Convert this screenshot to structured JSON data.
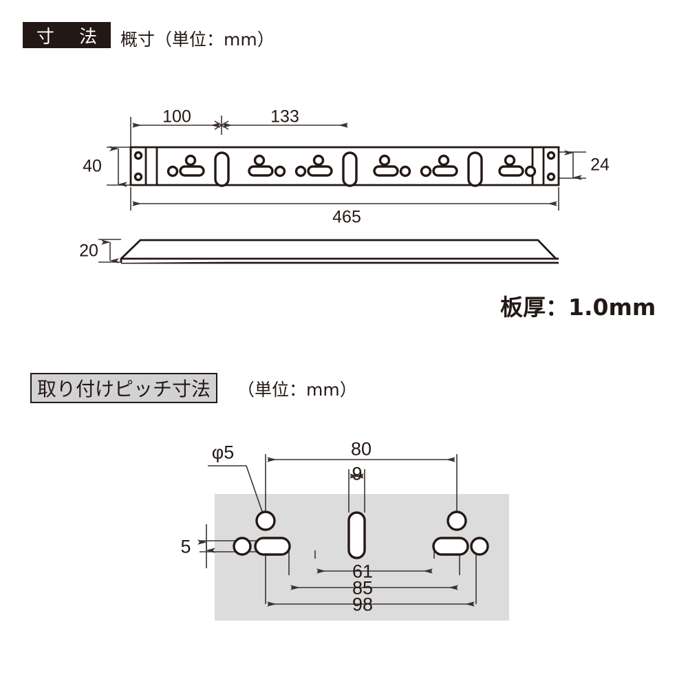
{
  "page": {
    "background_color": "#ffffff",
    "ink_color": "#231815"
  },
  "section1": {
    "tag_label": "寸  法",
    "tag_background": "#231815",
    "tag_text_color": "#ffffff",
    "subtitle": "概寸（単位：mm）",
    "thickness_note": "板厚：1.0mm",
    "dimensions": {
      "pitch_100": "100",
      "pitch_133": "133",
      "height_40": "40",
      "hole_span_24": "24",
      "total_length_465": "465",
      "side_height_20": "20"
    }
  },
  "section2": {
    "tag_label": "取り付けピッチ寸法",
    "tag_background": "#d2d2d2",
    "tag_border_color": "#231815",
    "subtitle": "（単位：mm）",
    "panel_color": "#dcdcdc",
    "dimensions": {
      "hole_dia": "φ5",
      "slot_width_9": "9",
      "span_80": "80",
      "offset_5": "5",
      "span_61": "61",
      "span_85": "85",
      "span_98": "98"
    }
  }
}
